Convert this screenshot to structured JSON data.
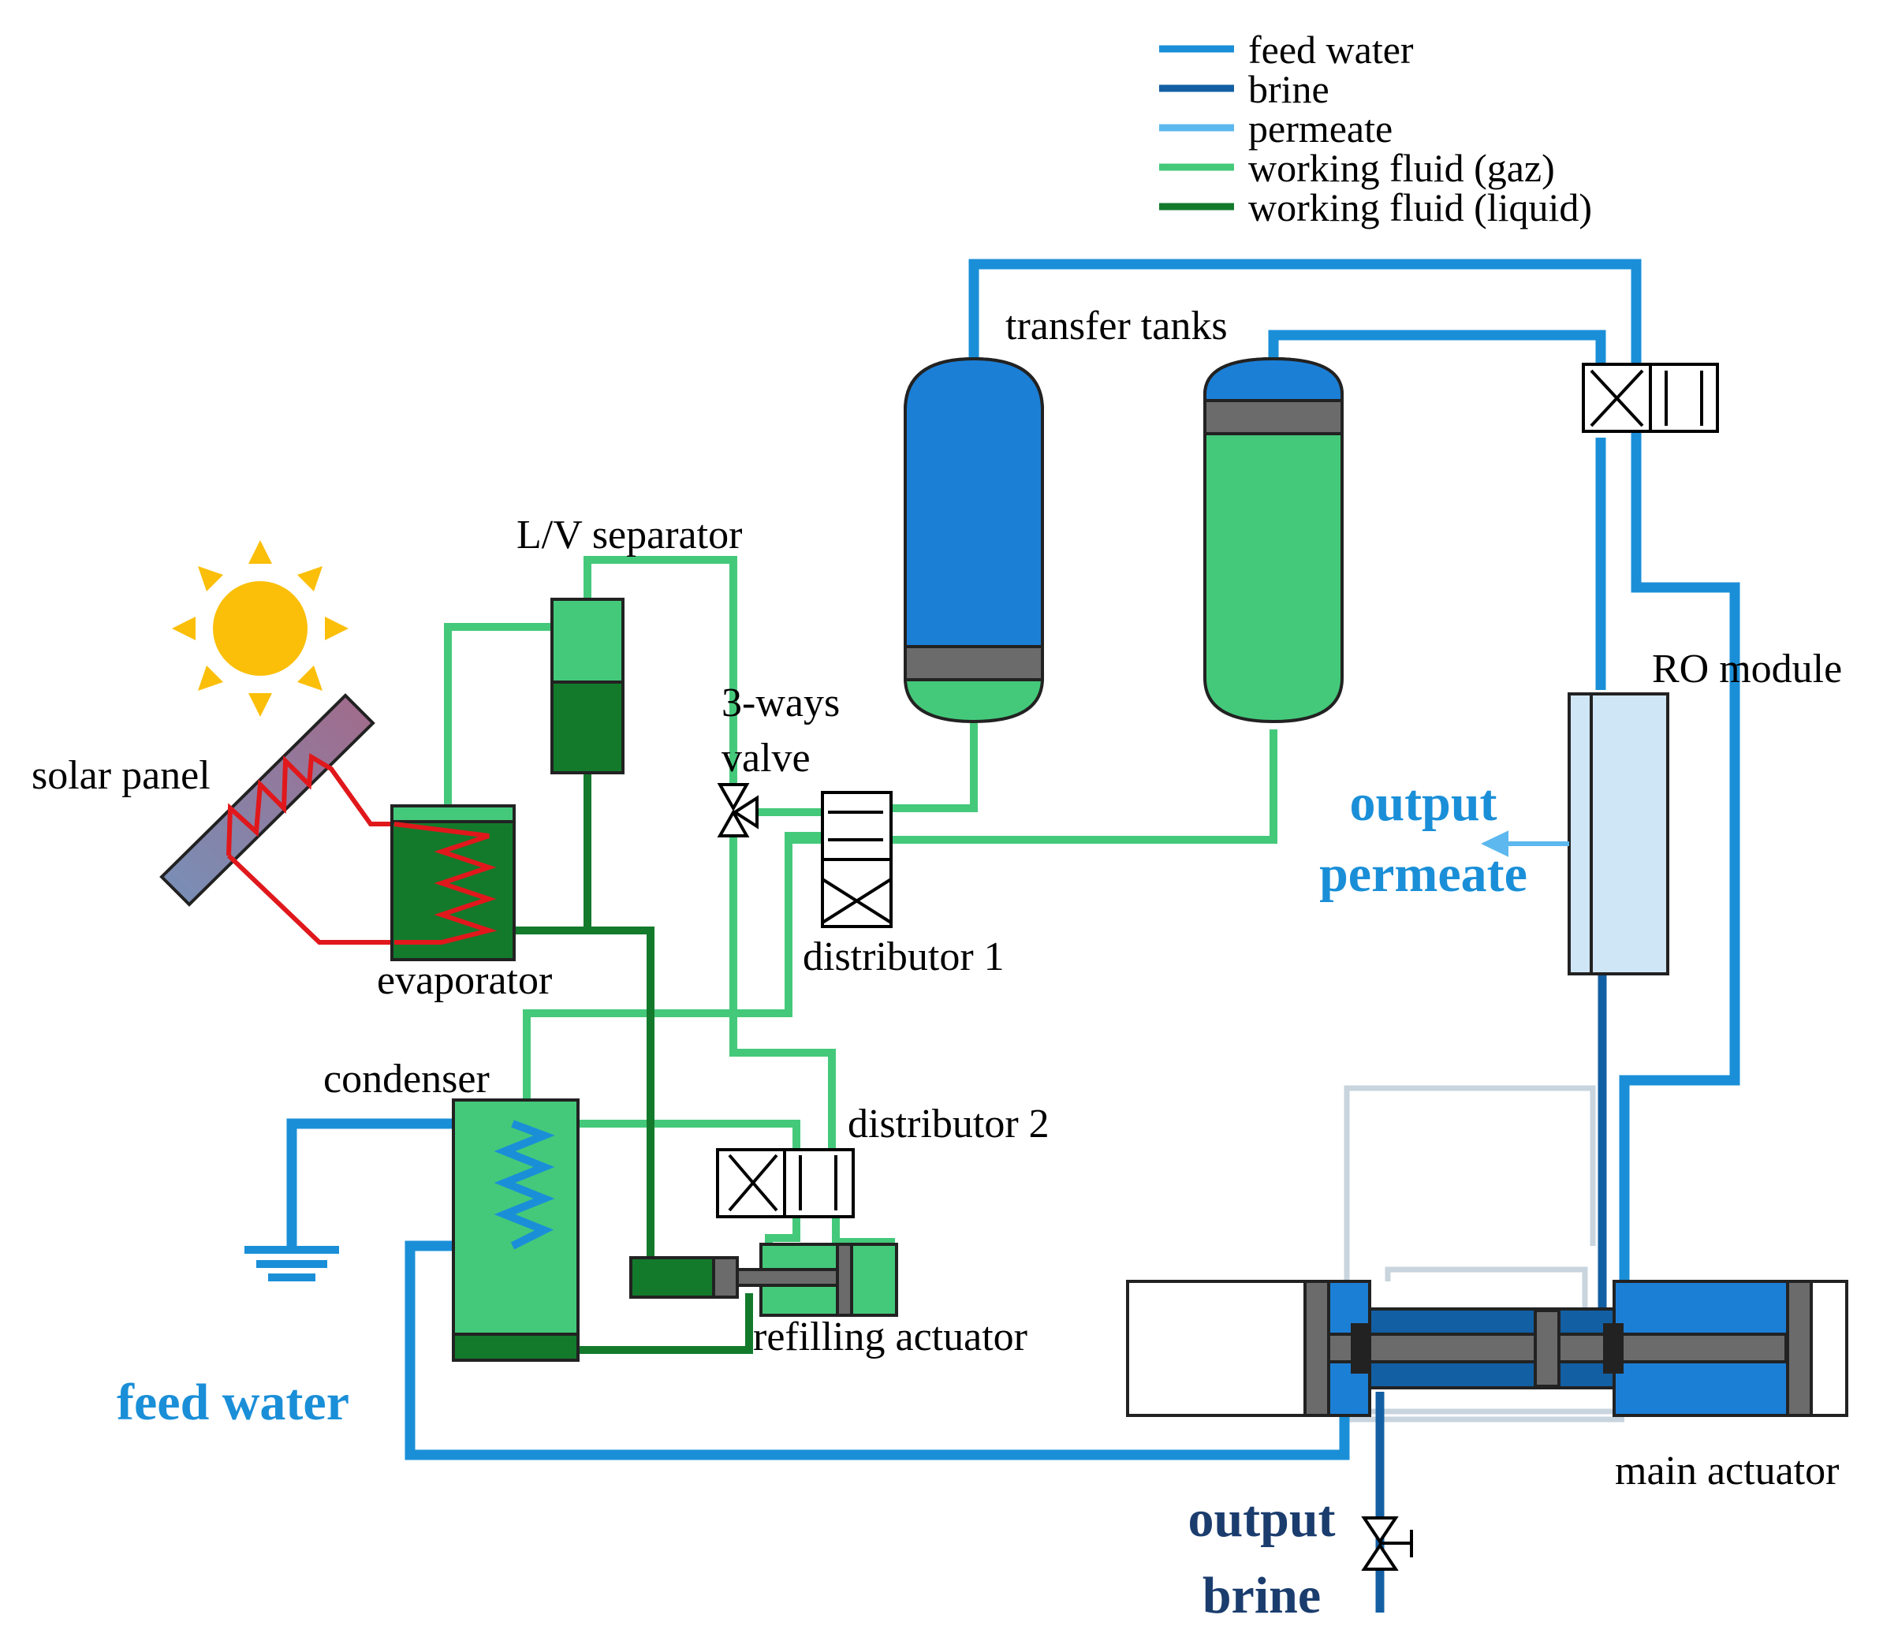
{
  "legend": [
    {
      "key": "feed",
      "label": "feed water",
      "color": "#1a8fd8"
    },
    {
      "key": "brine",
      "label": "brine",
      "color": "#135fa3"
    },
    {
      "key": "permeate",
      "label": "permeate",
      "color": "#5cb8ee"
    },
    {
      "key": "gas",
      "label": "working fluid (gaz)",
      "color": "#44c97a"
    },
    {
      "key": "liquid",
      "label": "working fluid (liquid)",
      "color": "#137a2c"
    }
  ],
  "labels": {
    "transfer_tanks": "transfer tanks",
    "lv_separator": "L/V separator",
    "three_ways_1": "3-ways",
    "three_ways_2": "valve",
    "solar_panel": "solar panel",
    "evaporator": "evaporator",
    "distributor_1": "distributor 1",
    "condenser": "condenser",
    "distributor_2": "distributor 2",
    "refilling_actuator": "refilling actuator",
    "ro_module": "RO module",
    "output_permeate_1": "output",
    "output_permeate_2": "permeate",
    "feed_water": "feed water",
    "main_actuator": "main actuator",
    "output_brine_1": "output",
    "output_brine_2": "brine"
  },
  "colors": {
    "feed": "#1a8fd8",
    "brine": "#135fa3",
    "permeate": "#5cb8ee",
    "gas": "#44c97a",
    "liquid": "#137a2c",
    "feed_text": "#1a8fd8",
    "brine_text": "#1b3d6e",
    "sun": "#fbbf0a",
    "heat": "#e0181c",
    "piston_gray": "#6b6b6b",
    "tank_blue": "#1c7fd6",
    "ro_fill": "#cfe6f6",
    "ghost": "#c8d4de"
  }
}
